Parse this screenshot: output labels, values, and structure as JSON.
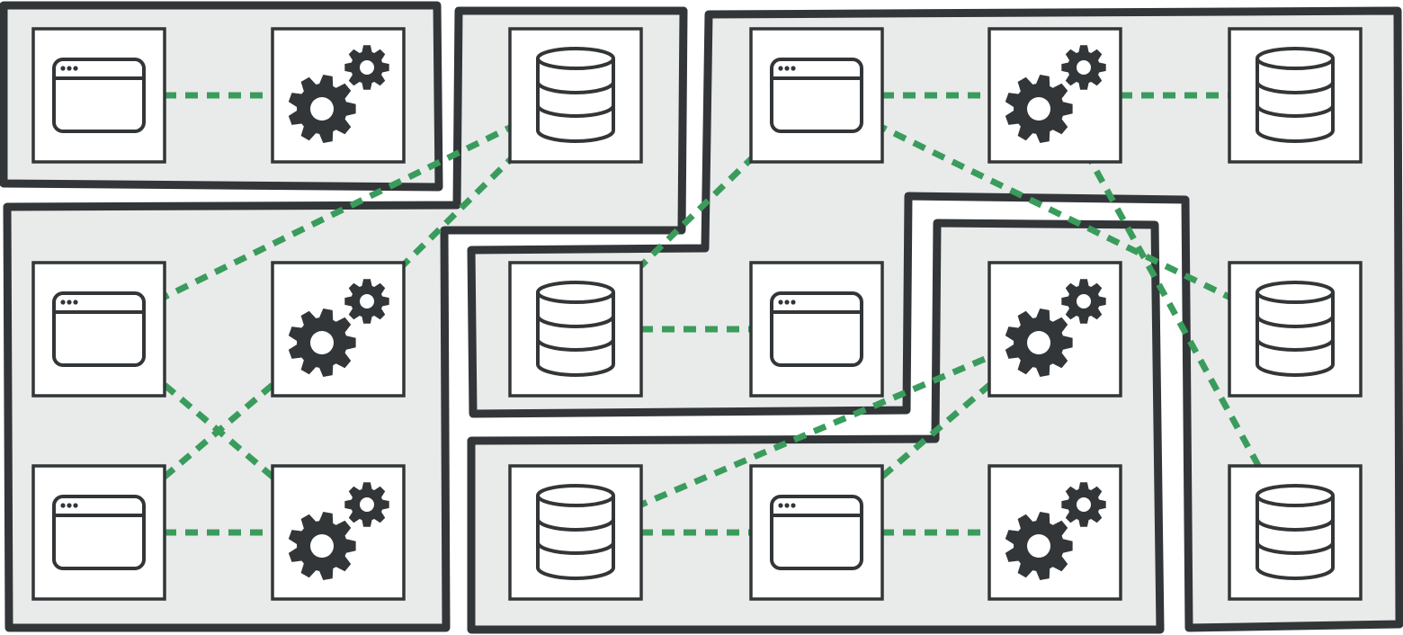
{
  "diagram": {
    "colors": {
      "connector": "#3a9c5c",
      "region_fill": "#e9eaea",
      "outline": "#333638",
      "node_fill": "#ffffff"
    },
    "node_kinds": {
      "window": "browser-window-icon",
      "gears": "gears-icon",
      "database": "database-icon"
    },
    "nodes": [
      {
        "id": "r0c0",
        "kind": "window"
      },
      {
        "id": "r0c1",
        "kind": "gears"
      },
      {
        "id": "r0c2",
        "kind": "database"
      },
      {
        "id": "r0c3",
        "kind": "window"
      },
      {
        "id": "r0c4",
        "kind": "gears"
      },
      {
        "id": "r0c5",
        "kind": "database"
      },
      {
        "id": "r1c0",
        "kind": "window"
      },
      {
        "id": "r1c1",
        "kind": "gears"
      },
      {
        "id": "r1c2",
        "kind": "database"
      },
      {
        "id": "r1c3",
        "kind": "window"
      },
      {
        "id": "r1c4",
        "kind": "gears"
      },
      {
        "id": "r1c5",
        "kind": "database"
      },
      {
        "id": "r2c0",
        "kind": "window"
      },
      {
        "id": "r2c1",
        "kind": "gears"
      },
      {
        "id": "r2c2",
        "kind": "database"
      },
      {
        "id": "r2c3",
        "kind": "window"
      },
      {
        "id": "r2c4",
        "kind": "gears"
      },
      {
        "id": "r2c5",
        "kind": "database"
      }
    ],
    "edges": [
      [
        "r0c0",
        "r0c1"
      ],
      [
        "r1c0",
        "r0c2"
      ],
      [
        "r1c1",
        "r0c2"
      ],
      [
        "r1c1",
        "r2c0"
      ],
      [
        "r1c0",
        "r2c1"
      ],
      [
        "r2c0",
        "r2c1"
      ],
      [
        "r0c3",
        "r0c4"
      ],
      [
        "r0c4",
        "r0c5"
      ],
      [
        "r0c3",
        "r1c5"
      ],
      [
        "r0c4",
        "r2c5"
      ],
      [
        "r0c3",
        "r1c2"
      ],
      [
        "r1c2",
        "r1c3"
      ],
      [
        "r2c2",
        "r1c4"
      ],
      [
        "r2c3",
        "r1c4"
      ],
      [
        "r2c2",
        "r2c3"
      ],
      [
        "r2c3",
        "r2c4"
      ]
    ]
  }
}
